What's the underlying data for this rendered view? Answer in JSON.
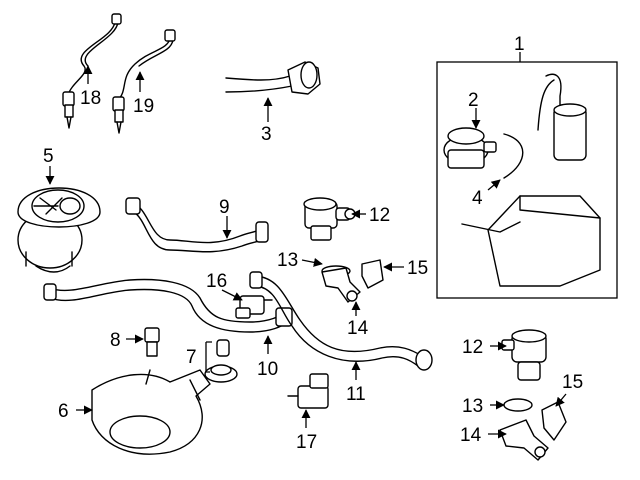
{
  "callouts": {
    "c1": "1",
    "c2": "2",
    "c3": "3",
    "c4": "4",
    "c5": "5",
    "c6": "6",
    "c7": "7",
    "c8": "8",
    "c9": "9",
    "c10": "10",
    "c11": "11",
    "c12a": "12",
    "c13a": "13",
    "c14a": "14",
    "c15a": "15",
    "c16": "16",
    "c17": "17",
    "c18": "18",
    "c19": "19",
    "c12b": "12",
    "c13b": "13",
    "c14b": "14",
    "c15b": "15"
  }
}
